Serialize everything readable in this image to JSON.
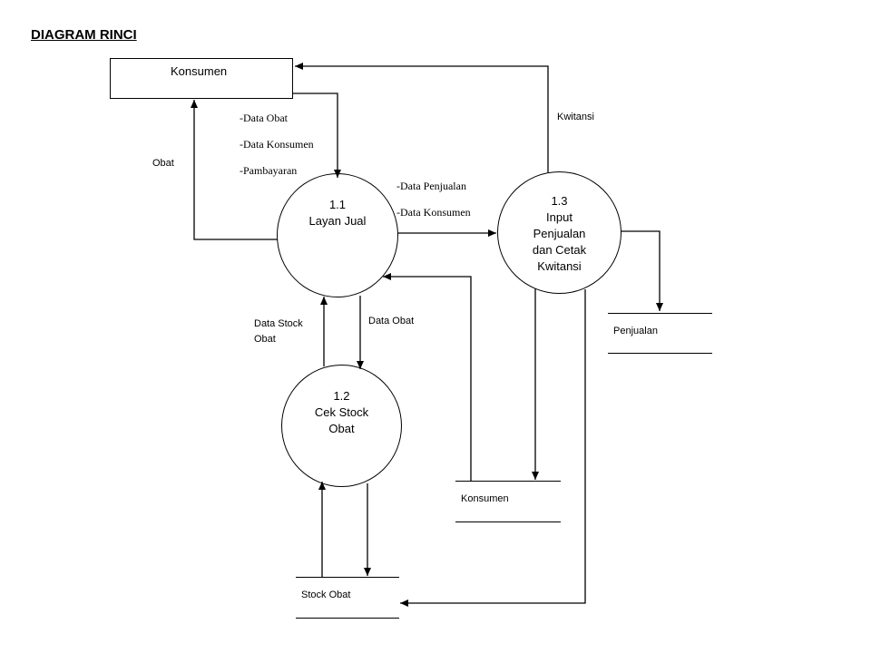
{
  "title": "DIAGRAM RINCI",
  "entity": {
    "label": "Konsumen"
  },
  "processes": [
    {
      "num": "1.1",
      "name": "Layan Jual"
    },
    {
      "num": "1.2",
      "name_lines": [
        "Cek Stock",
        "Obat"
      ]
    },
    {
      "num": "1.3",
      "name_lines": [
        "Input",
        "Penjualan",
        "dan Cetak",
        "Kwitansi"
      ]
    }
  ],
  "stores": {
    "penjualan": "Penjualan",
    "konsumen": "Konsumen",
    "stock_obat": "Stock Obat"
  },
  "flows": {
    "to_layan": [
      "-Data Obat",
      "-Data Konsumen",
      "-Pambayaran"
    ],
    "obat": "Obat",
    "kwitansi": "Kwitansi",
    "to_input": [
      "-Data Penjualan",
      "-Data Konsumen"
    ],
    "data_stock_obat": [
      "Data Stock",
      "Obat"
    ],
    "data_obat": "Data Obat"
  }
}
